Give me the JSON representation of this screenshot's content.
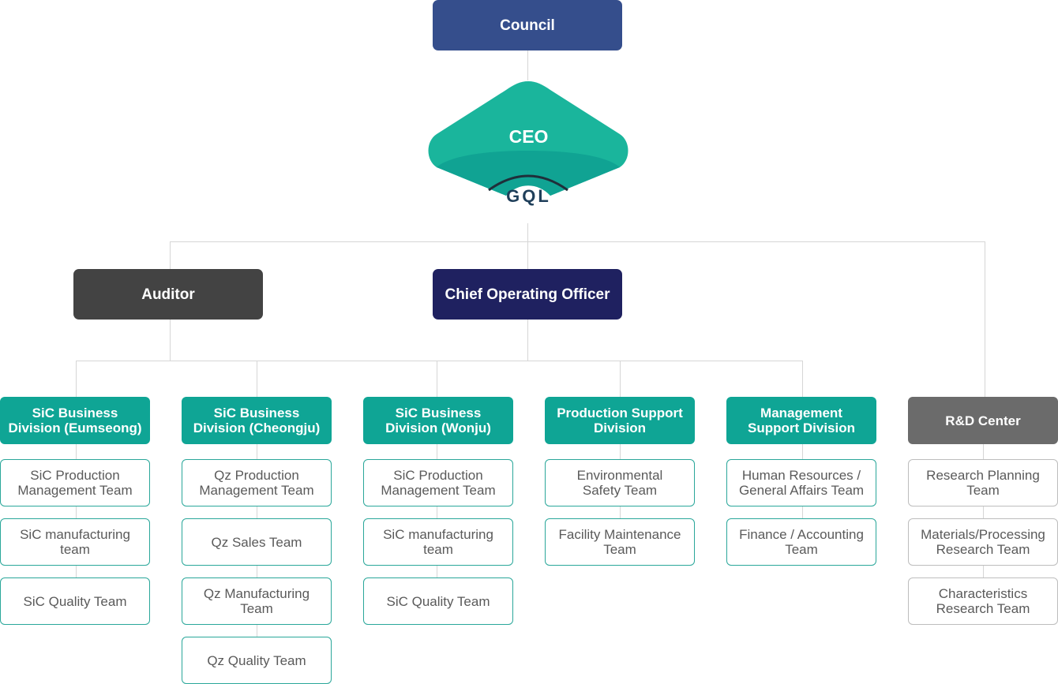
{
  "council": "Council",
  "ceo": {
    "label": "CEO",
    "logo_text": "GQL"
  },
  "auditor": "Auditor",
  "coo": "Chief Operating Officer",
  "colors": {
    "council": "#354e8c",
    "ceo_light": "#1ab59c",
    "ceo_dark": "#10a393",
    "auditor": "#434343",
    "coo": "#1f2160",
    "division": "#0fa595",
    "rd_center": "#6b6b6b",
    "team_border": "#2aa79a"
  },
  "divisions": [
    {
      "label": "SiC Business\nDivision (Eumseong)",
      "teams": [
        "SiC Production\nManagement Team",
        "SiC manufacturing\nteam",
        "SiC Quality Team"
      ]
    },
    {
      "label": "SiC Business\nDivision (Cheongju)",
      "teams": [
        "Qz Production\nManagement Team",
        "Qz Sales Team",
        "Qz Manufacturing\nTeam",
        "Qz Quality Team"
      ]
    },
    {
      "label": "SiC Business\nDivision (Wonju)",
      "teams": [
        "SiC Production\nManagement Team",
        "SiC manufacturing\nteam",
        "SiC Quality Team"
      ]
    },
    {
      "label": "Production Support\nDivision",
      "teams": [
        "Environmental\nSafety Team",
        "Facility Maintenance\nTeam"
      ]
    },
    {
      "label": "Management\nSupport Division",
      "teams": [
        "Human Resources /\nGeneral Affairs Team",
        "Finance / Accounting\nTeam"
      ]
    },
    {
      "label": "R&D Center",
      "teams": [
        "Research Planning\nTeam",
        "Materials/Processing\nResearch Team",
        "Characteristics\nResearch Team"
      ]
    }
  ]
}
